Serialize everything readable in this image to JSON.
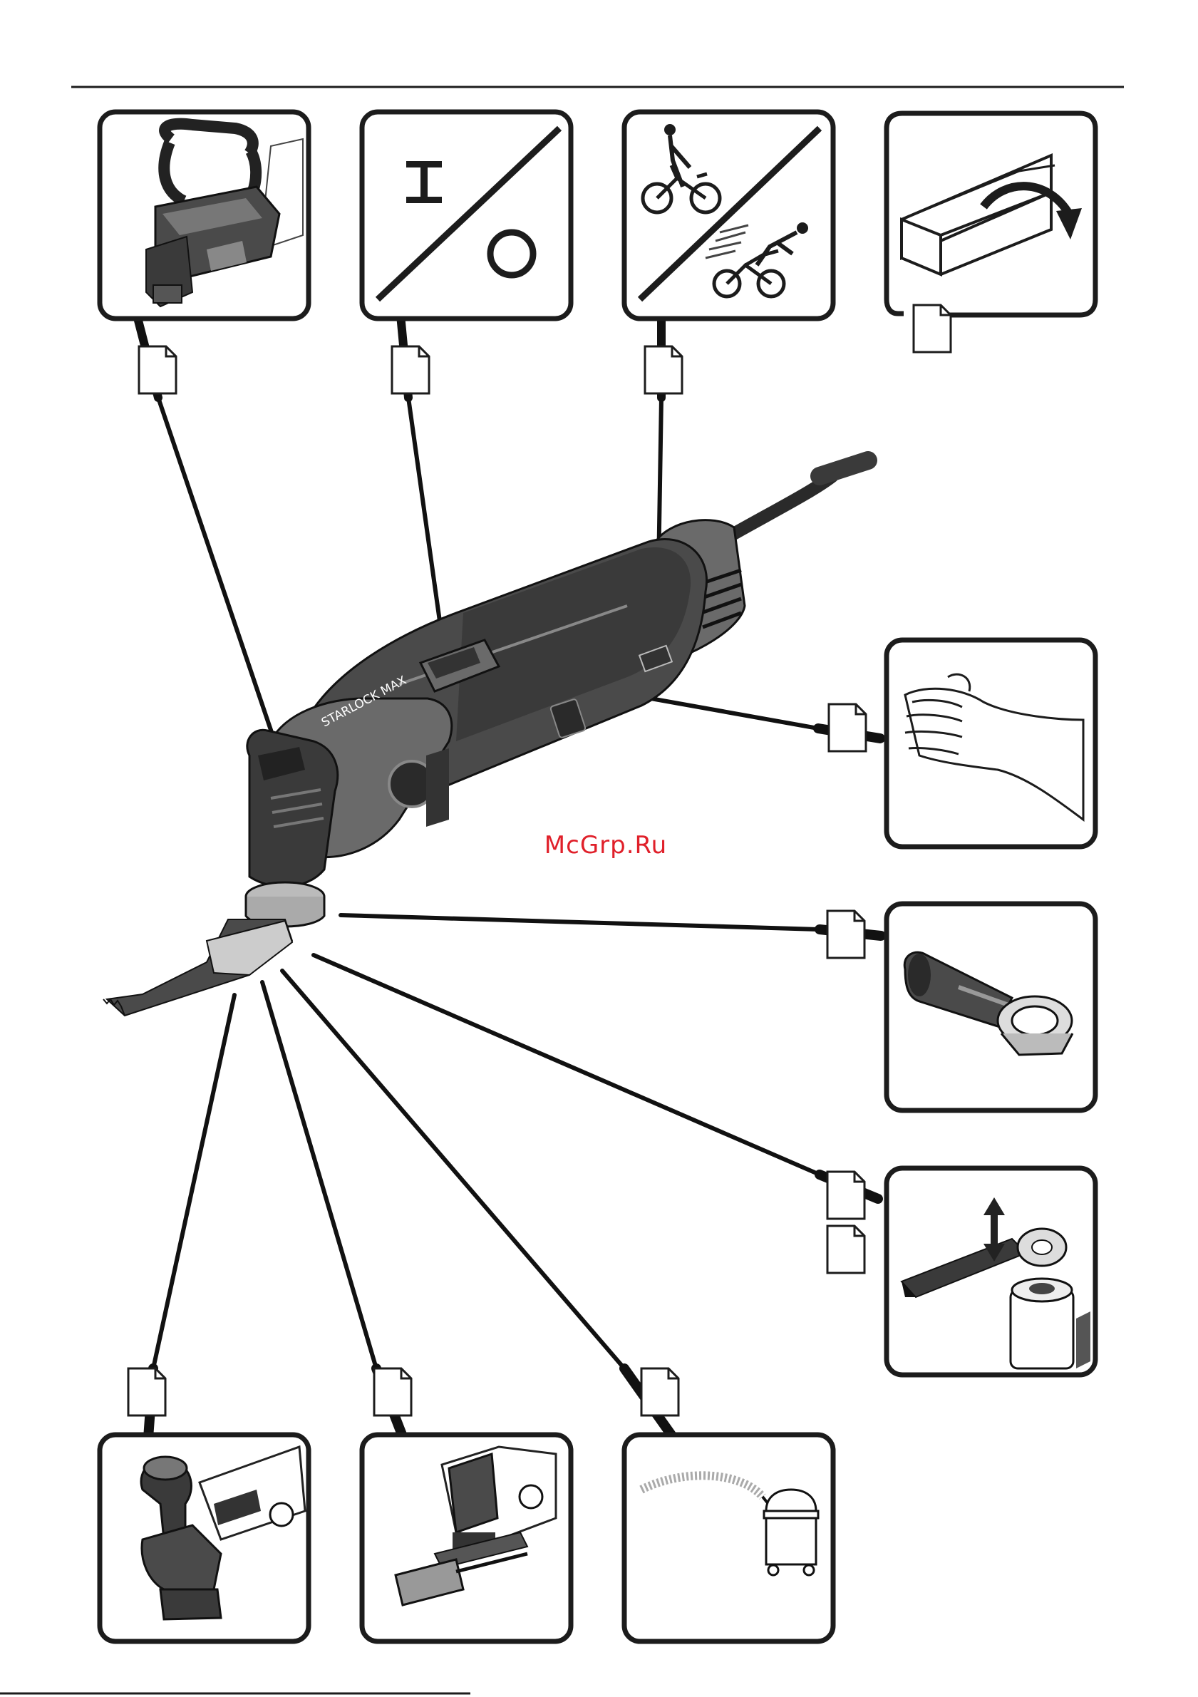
{
  "page": {
    "watermark": "McGrp.Ru",
    "tool_branding": "STARLOCK MAX",
    "switch_on_symbol": "I",
    "switch_off_symbol": "O"
  },
  "icons": {
    "panel_top_1": "handle-attachment-icon",
    "panel_top_2": "on-off-switch-icon",
    "panel_top_3": "speed-selector-icon",
    "panel_top_4": "packaging-icon",
    "panel_right_1": "hand-grip-icon",
    "panel_right_2": "dust-extraction-nozzle-icon",
    "panel_right_3": "tool-change-icon",
    "panel_bottom_1": "extraction-hood-icon",
    "panel_bottom_2": "depth-stop-icon",
    "panel_bottom_3": "vacuum-cleaner-icon",
    "page_ref": "page-reference-icon"
  },
  "colors": {
    "frame": "#1c1c1c",
    "watermark": "#e0202a",
    "tool_body": "#3a3a3a",
    "tool_light": "#8a8a8a"
  }
}
